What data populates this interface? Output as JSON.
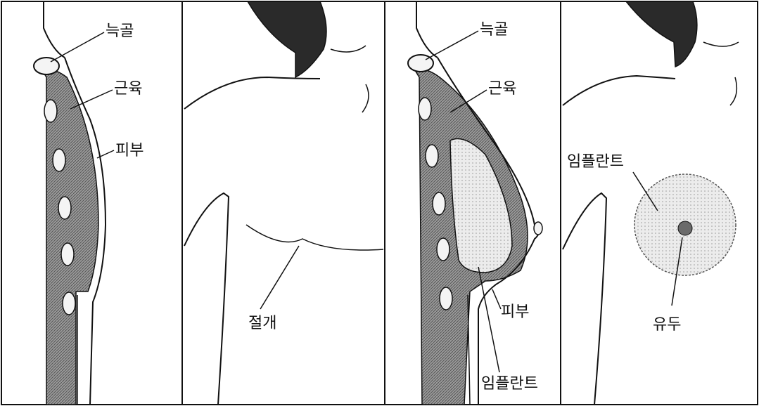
{
  "panels": [
    {
      "id": "panel-1",
      "labels": {
        "rib": "늑골",
        "muscle": "근육",
        "skin": "피부"
      }
    },
    {
      "id": "panel-2",
      "labels": {
        "incision": "절개"
      }
    },
    {
      "id": "panel-3",
      "labels": {
        "rib": "늑골",
        "muscle": "근육",
        "skin": "피부",
        "implant": "임플란트"
      }
    },
    {
      "id": "panel-4",
      "labels": {
        "implant": "임플란트",
        "nipple": "유두"
      }
    }
  ],
  "colors": {
    "ink": "#111111",
    "muscle_fill": "#8a8a8a",
    "implant_fill": "#e6e6e6",
    "hair_fill": "#2a2a2a",
    "bone_fill": "#f4f4f4"
  }
}
